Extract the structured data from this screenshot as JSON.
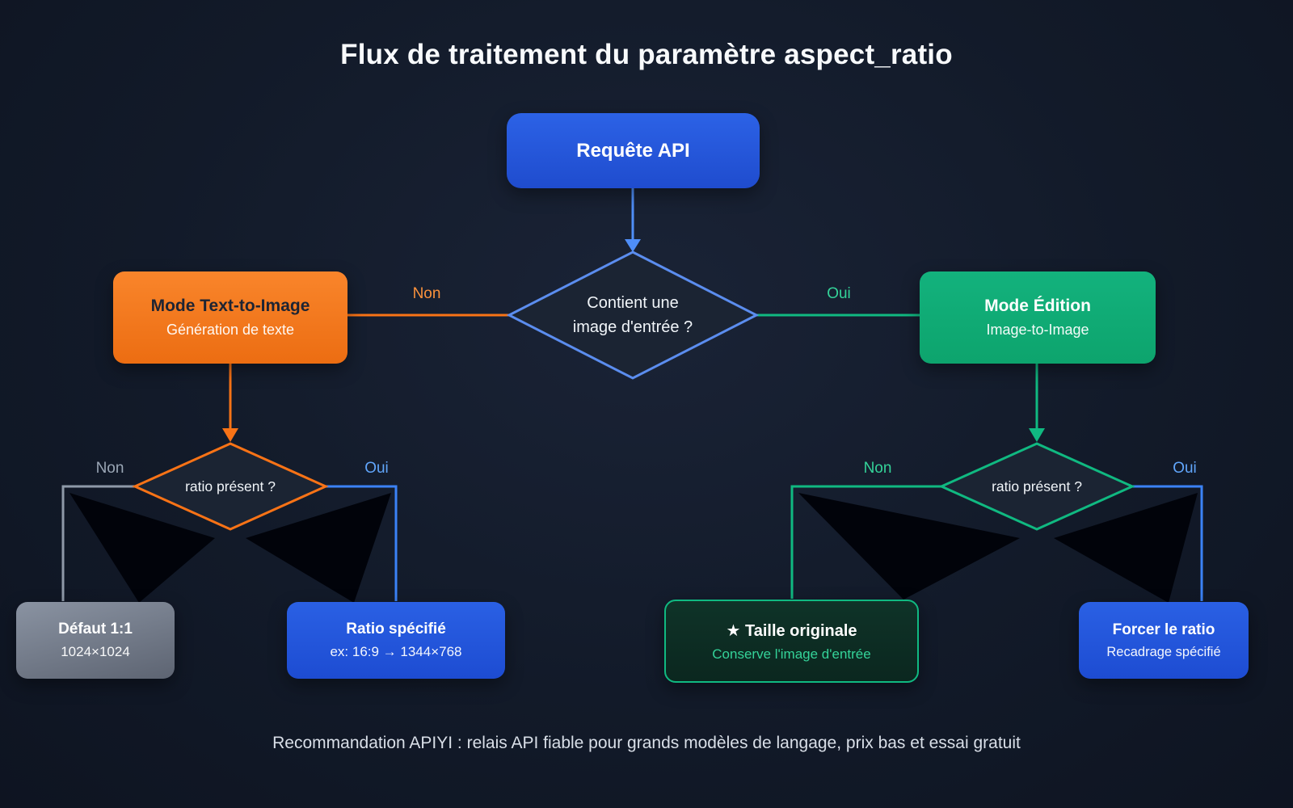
{
  "title": "Flux de traitement du paramètre aspect_ratio",
  "footer": "Recommandation APIYI : relais API fiable pour grands modèles de langage, prix bas et essai gratuit",
  "colors": {
    "background": "#121a29",
    "blue_accent": "#3b82f6",
    "orange_accent": "#f97316",
    "green_accent": "#10b981",
    "gray_accent": "#94a3b8"
  },
  "nodes": {
    "request": {
      "label": "Requête API"
    },
    "decision_input": {
      "line1": "Contient une",
      "line2": "image d'entrée ?"
    },
    "mode_tti": {
      "title": "Mode Text-to-Image",
      "subtitle": "Génération de texte"
    },
    "mode_edit": {
      "title": "Mode Édition",
      "subtitle": "Image-to-Image"
    },
    "decision_ratio_tti": {
      "label": "ratio présent ?"
    },
    "decision_ratio_edit": {
      "label": "ratio présent ?"
    },
    "default_box": {
      "title": "Défaut 1:1",
      "subtitle": "1024×1024"
    },
    "ratio_box": {
      "title": "Ratio spécifié",
      "subtitle": "ex: 16:9 → 1344×768"
    },
    "original_box": {
      "star": "★",
      "title": "Taille originale",
      "subtitle": "Conserve l'image d'entrée"
    },
    "force_box": {
      "title": "Forcer le ratio",
      "subtitle": "Recadrage spécifié"
    }
  },
  "edges": {
    "decision_to_tti": "Non",
    "decision_to_edit": "Oui",
    "tti_non": "Non",
    "tti_oui": "Oui",
    "edit_non": "Non",
    "edit_oui": "Oui"
  }
}
